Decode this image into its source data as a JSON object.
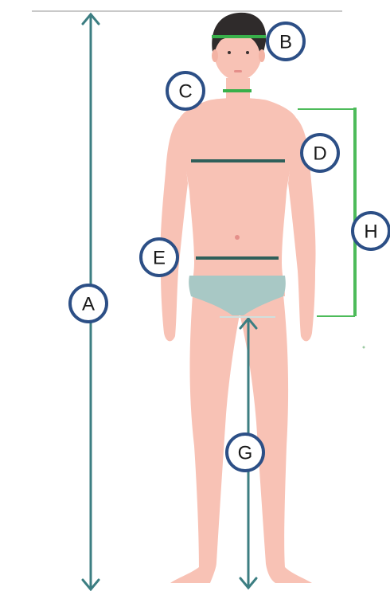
{
  "colors": {
    "skin": "#f8c2b5",
    "skin_shadow": "#eea99a",
    "hair": "#2f2b2b",
    "underwear": "#a8c8c5",
    "arrow": "#3c7e82",
    "band_dark": "#2f5f5a",
    "band_green": "#38b04a",
    "bracket": "#4dbb5a",
    "marker_stroke": "#2c4f86",
    "top_line": "#c9c9c9"
  },
  "markers": {
    "a": "A",
    "b": "B",
    "c": "C",
    "d": "D",
    "e": "E",
    "g": "G",
    "h": "H"
  }
}
